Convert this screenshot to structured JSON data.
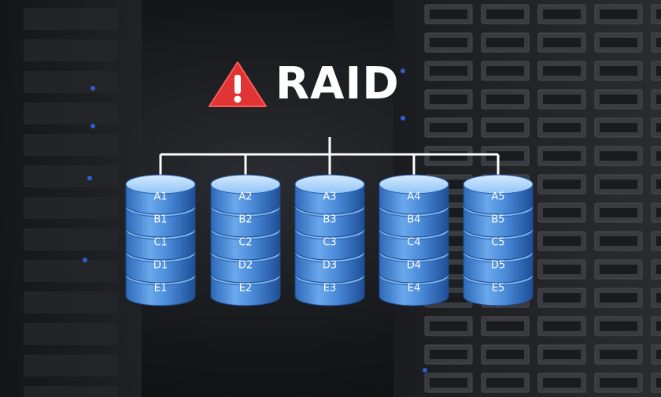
{
  "title": "RAID",
  "icons": {
    "warning": "warning-triangle-icon"
  },
  "colors": {
    "warning": "#e03333",
    "disk": "#4a8ad8",
    "disk_top": "#b8dcfb",
    "text": "#ffffff"
  },
  "disks": [
    {
      "name": "disk-1",
      "blocks": [
        "A1",
        "B1",
        "C1",
        "D1",
        "E1"
      ]
    },
    {
      "name": "disk-2",
      "blocks": [
        "A2",
        "B2",
        "C2",
        "D2",
        "E2"
      ]
    },
    {
      "name": "disk-3",
      "blocks": [
        "A3",
        "B3",
        "C3",
        "D3",
        "E3"
      ]
    },
    {
      "name": "disk-4",
      "blocks": [
        "A4",
        "B4",
        "C4",
        "D4",
        "E4"
      ]
    },
    {
      "name": "disk-5",
      "blocks": [
        "A5",
        "B5",
        "C5",
        "D5",
        "E5"
      ]
    }
  ]
}
